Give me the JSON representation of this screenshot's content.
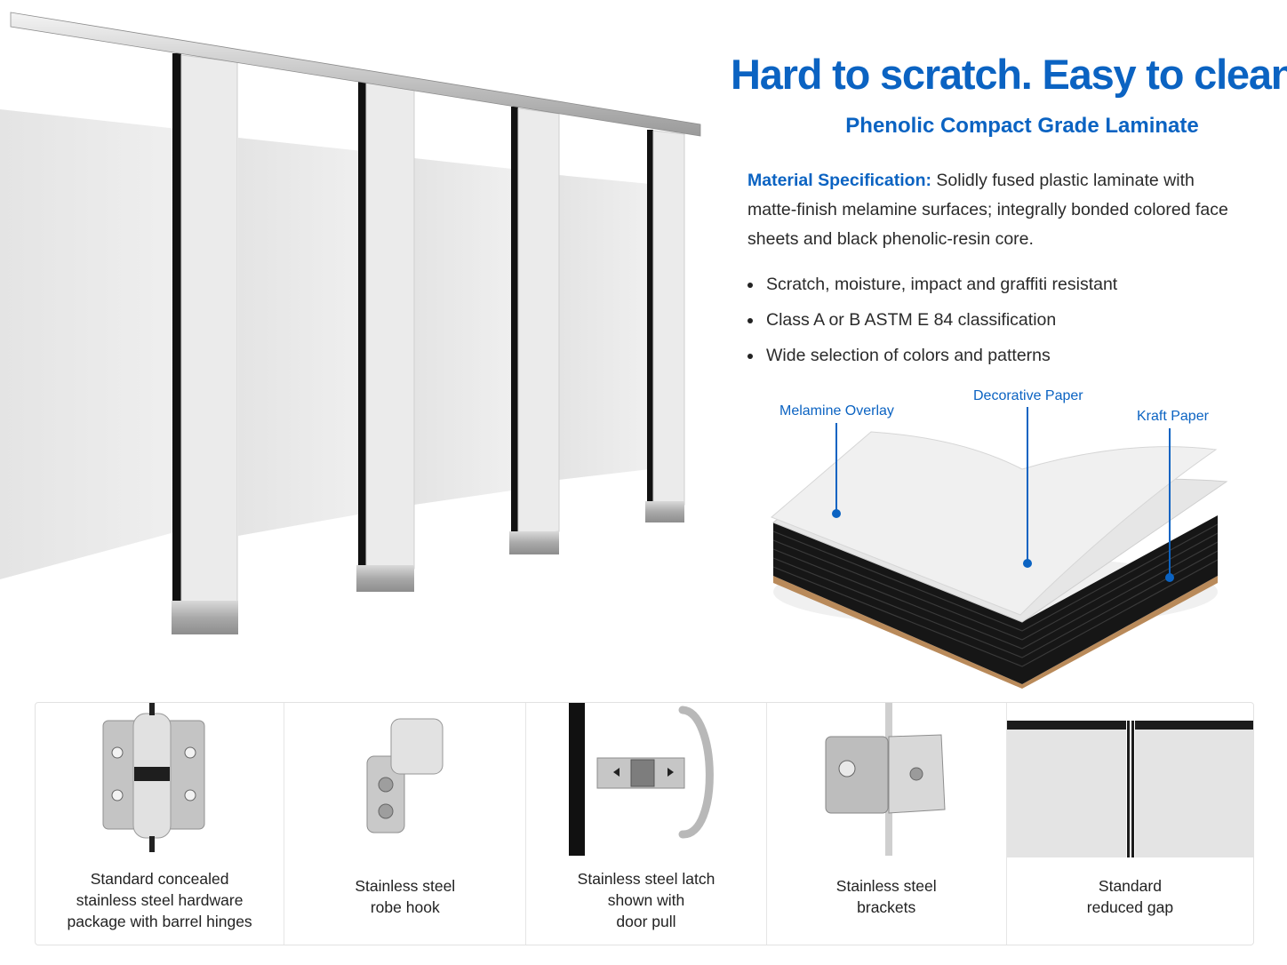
{
  "headline": "Hard to scratch. Easy to clean.",
  "subheadline": "Phenolic Compact Grade Laminate",
  "specification": {
    "label": "Material Specification:",
    "text": " Solidly fused plastic laminate with matte-finish melamine surfaces; integrally bonded colored face sheets and black phenolic-resin core."
  },
  "bullets": [
    "Scratch, moisture, impact and graffiti resistant",
    "Class A or B ASTM E 84 classification",
    "Wide selection of colors and patterns"
  ],
  "layers": {
    "melamine": "Melamine Overlay",
    "decorative": "Decorative Paper",
    "kraft": "Kraft Paper"
  },
  "features": [
    {
      "lines": [
        "Standard concealed",
        "stainless steel hardware",
        "package with barrel hinges"
      ],
      "icon": "barrel-hinge-icon"
    },
    {
      "lines": [
        "Stainless steel",
        "robe hook"
      ],
      "icon": "robe-hook-icon"
    },
    {
      "lines": [
        "Stainless steel latch",
        "shown with",
        "door pull"
      ],
      "icon": "latch-door-pull-icon"
    },
    {
      "lines": [
        "Stainless steel",
        "brackets"
      ],
      "icon": "bracket-icon"
    },
    {
      "lines": [
        "Standard",
        "reduced gap"
      ],
      "icon": "reduced-gap-icon"
    }
  ],
  "colors": {
    "brand_blue": "#0b63c2",
    "panel_gray": "#e9e9e9",
    "core_black": "#111111",
    "kraft_brown": "#b98a5a"
  }
}
